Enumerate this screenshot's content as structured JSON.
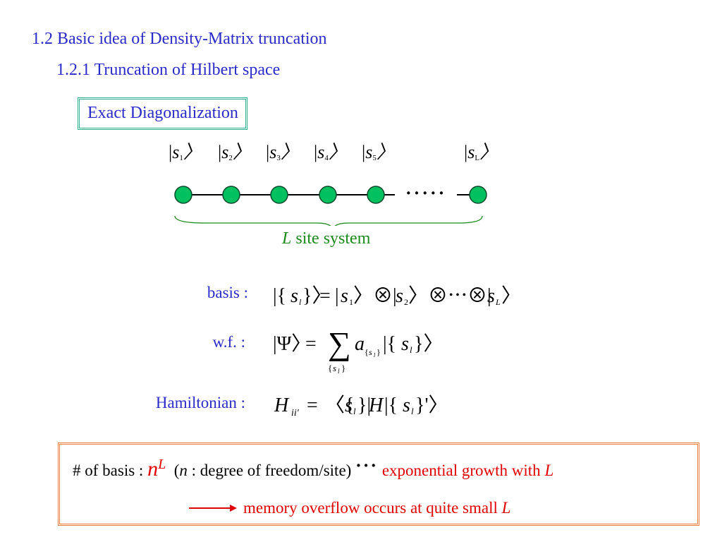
{
  "headings": {
    "section": "1.2 Basic idea of Density-Matrix truncation",
    "subsection": "1.2.1 Truncation of Hilbert space"
  },
  "exact_diag_label": "Exact Diagonalization",
  "kets": [
    "1",
    "2",
    "3",
    "4",
    "5",
    "L"
  ],
  "chain": {
    "site_count_drawn": 6,
    "ellipsis": "·····"
  },
  "lsite": {
    "var": "L",
    "text": " site system"
  },
  "equations": {
    "basis_label": "basis :",
    "wf_label": "w.f. :",
    "hamiltonian_label": "Hamiltonian :"
  },
  "note": {
    "prefix": "# of basis : ",
    "n": "n",
    "L": "L",
    "paren_open": "(",
    "paren_n": "n",
    "paren_rest": " : degree of freedom/site)",
    "dots": "···",
    "growth": "exponential growth with ",
    "growth_L": "L",
    "overflow": "memory overflow occurs at quite small ",
    "overflow_L": "L"
  },
  "colors": {
    "heading": "#2b2bc8",
    "site_fill": "#00c060",
    "site_label": "#1c8a1c",
    "box_ed": "#2fb090",
    "box_note": "#e87c3c",
    "emphasis": "#e00000"
  }
}
